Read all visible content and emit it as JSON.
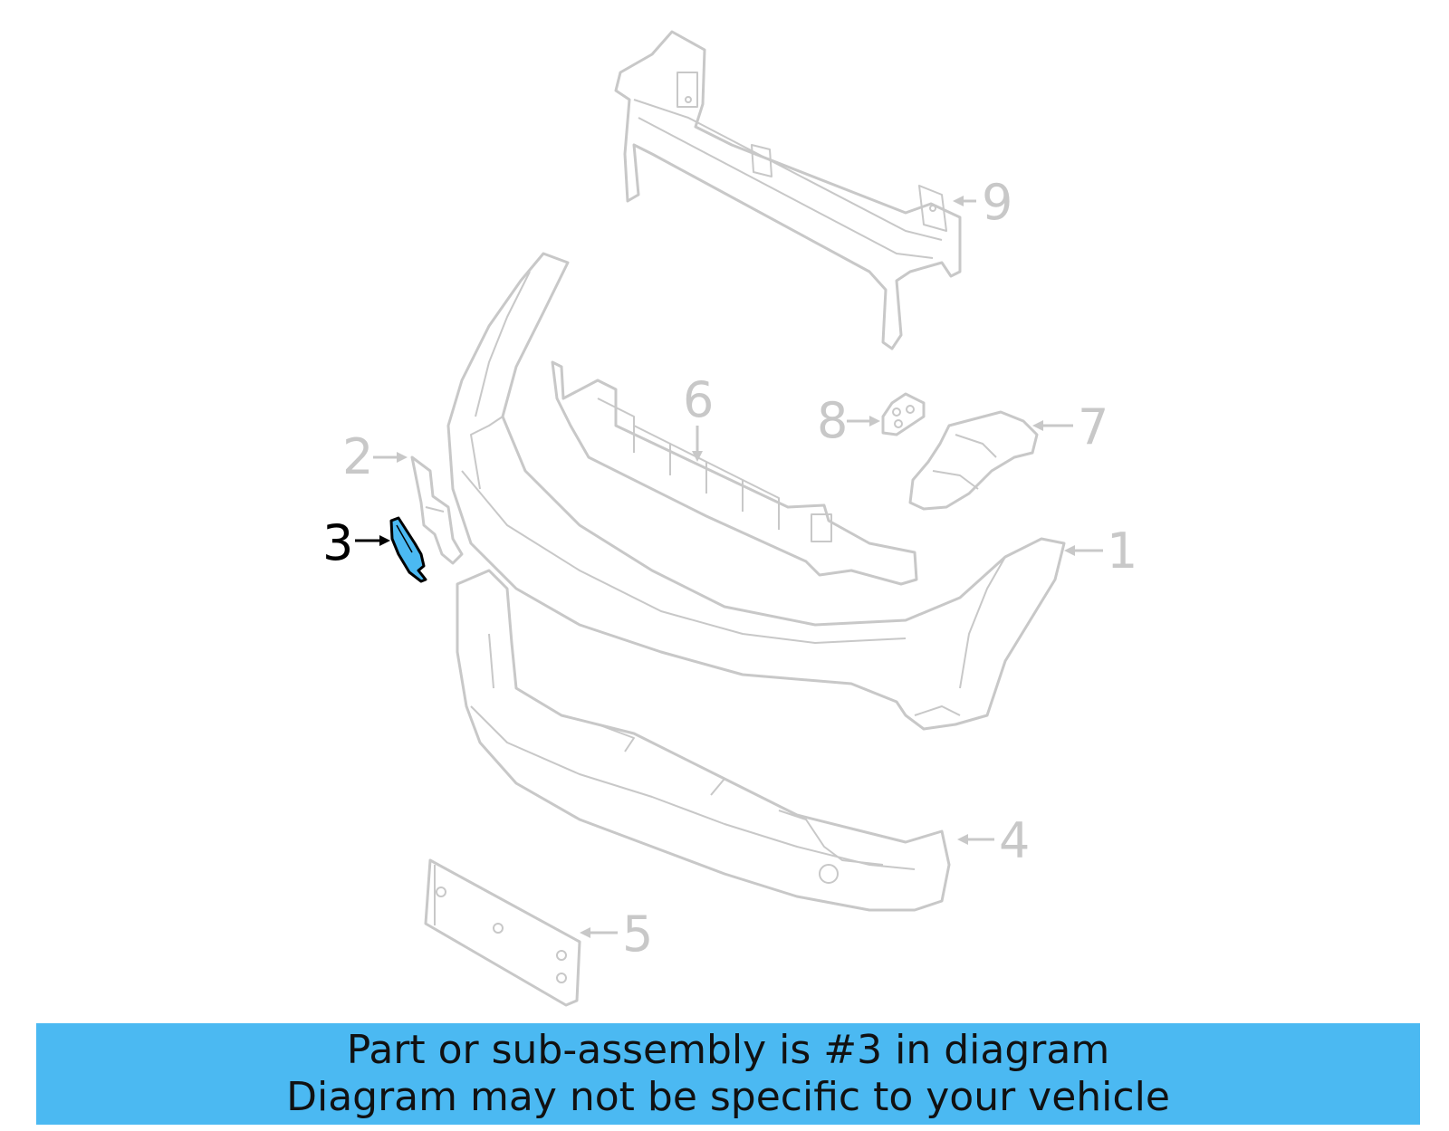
{
  "diagram": {
    "highlight_color": "#4bb9f2",
    "part_color": "#c8c8c8",
    "highlighted_part": "3",
    "callouts": [
      {
        "id": "1",
        "label": "1"
      },
      {
        "id": "2",
        "label": "2"
      },
      {
        "id": "3",
        "label": "3"
      },
      {
        "id": "4",
        "label": "4"
      },
      {
        "id": "5",
        "label": "5"
      },
      {
        "id": "6",
        "label": "6"
      },
      {
        "id": "7",
        "label": "7"
      },
      {
        "id": "8",
        "label": "8"
      },
      {
        "id": "9",
        "label": "9"
      }
    ]
  },
  "banner": {
    "line1": "Part or sub-assembly is #3 in diagram",
    "line2": "Diagram may not be specific to your vehicle",
    "color": "#4bb9f2"
  }
}
